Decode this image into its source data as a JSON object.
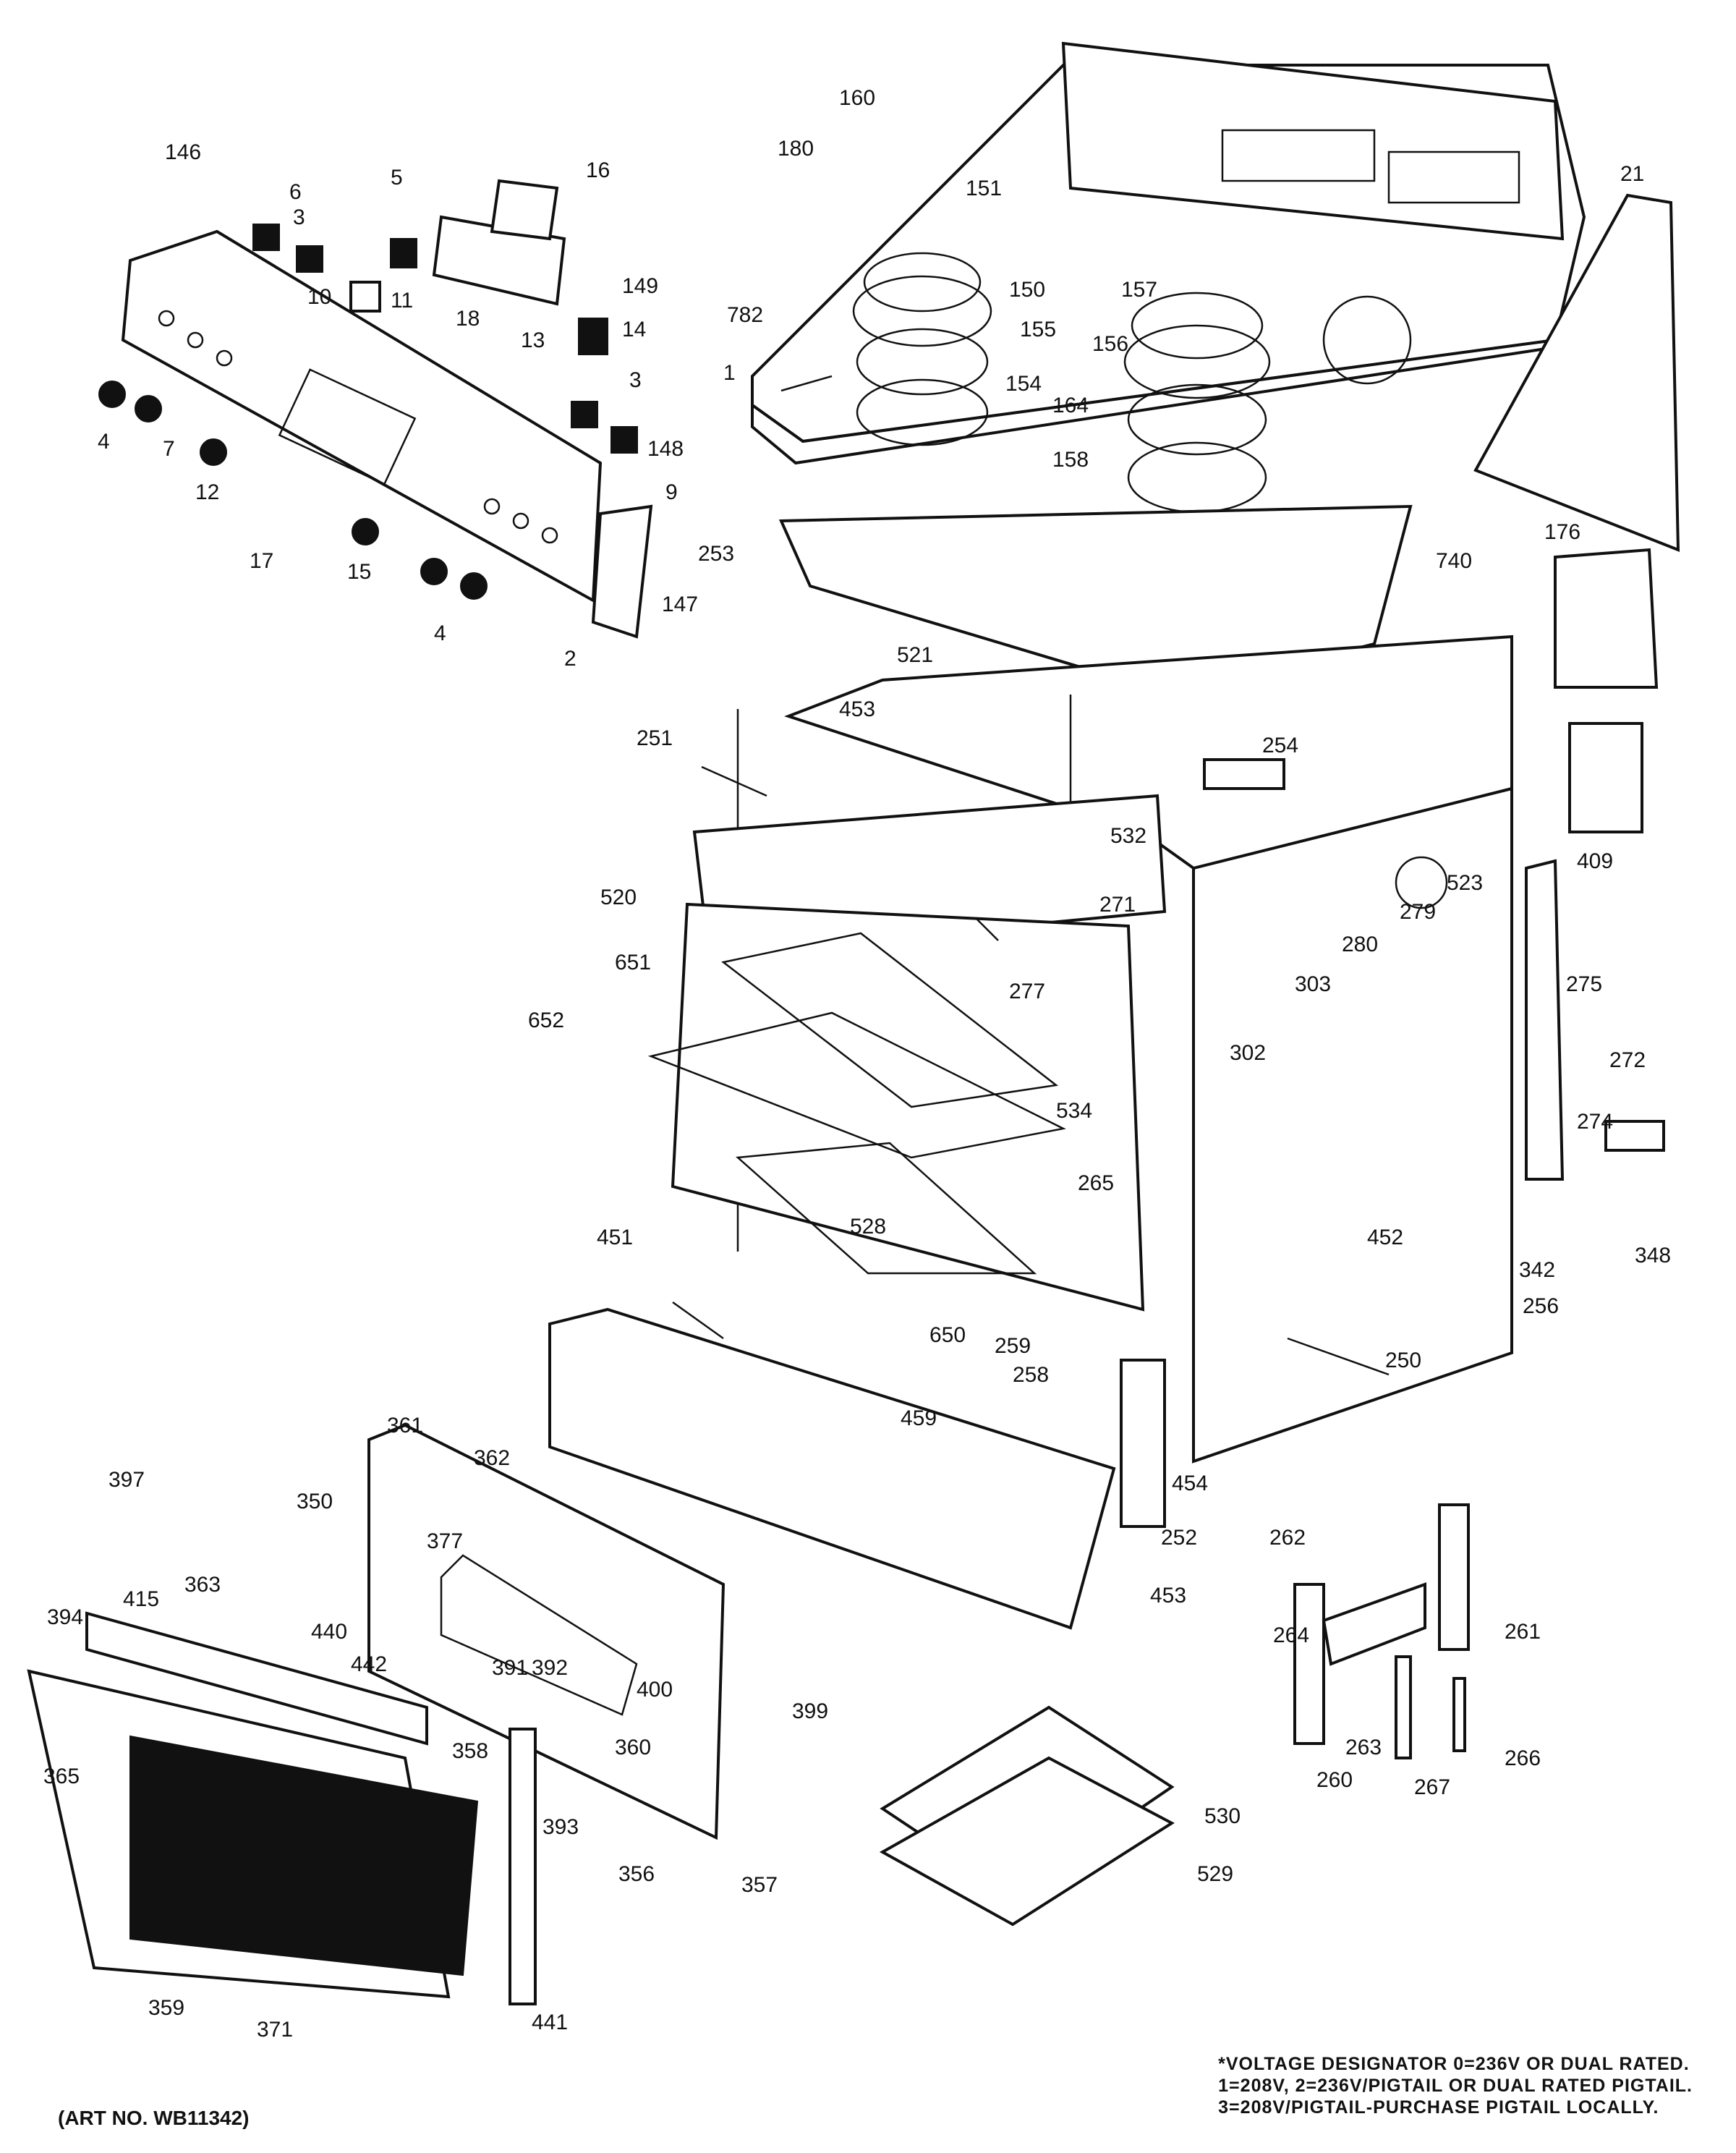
{
  "callouts": [
    "146",
    "6",
    "5",
    "3",
    "16",
    "10",
    "11",
    "18",
    "13",
    "149",
    "14",
    "782",
    "3",
    "1",
    "4",
    "7",
    "12",
    "148",
    "9",
    "17",
    "15",
    "4",
    "2",
    "147",
    "180",
    "160",
    "151",
    "150",
    "157",
    "155",
    "156",
    "154",
    "164",
    "158",
    "21",
    "253",
    "176",
    "740",
    "521",
    "453",
    "251",
    "254",
    "532",
    "520",
    "271",
    "409",
    "523",
    "279",
    "651",
    "280",
    "303",
    "277",
    "275",
    "652",
    "302",
    "534",
    "272",
    "274",
    "265",
    "528",
    "348",
    "451",
    "452",
    "342",
    "256",
    "650",
    "259",
    "250",
    "258",
    "459",
    "454",
    "361",
    "362",
    "397",
    "350",
    "252",
    "377",
    "262",
    "453",
    "363",
    "415",
    "394",
    "440",
    "261",
    "442",
    "264",
    "391",
    "392",
    "400",
    "360",
    "399",
    "263",
    "365",
    "358",
    "266",
    "260",
    "267",
    "393",
    "530",
    "356",
    "357",
    "529",
    "359",
    "371",
    "441"
  ],
  "footnote": {
    "line1": "*VOLTAGE DESIGNATOR 0=236V OR DUAL RATED.",
    "line2": "1=208V, 2=236V/PIGTAIL OR DUAL RATED PIGTAIL.",
    "line3": "3=208V/PIGTAIL-PURCHASE PIGTAIL LOCALLY."
  },
  "art_number": "(ART NO. WB11342)"
}
